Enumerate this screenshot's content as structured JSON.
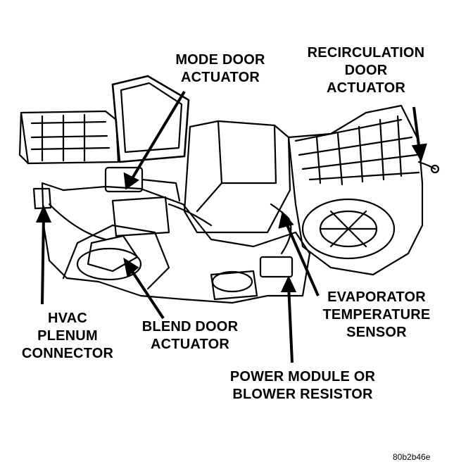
{
  "labels": {
    "mode_door": [
      "MODE DOOR",
      "ACTUATOR"
    ],
    "recirc_door": [
      "RECIRCULATION",
      "DOOR",
      "ACTUATOR"
    ],
    "hvac_plenum": [
      "HVAC",
      "PLENUM",
      "CONNECTOR"
    ],
    "blend_door": [
      "BLEND DOOR",
      "ACTUATOR"
    ],
    "evap_sensor": [
      "EVAPORATOR",
      "TEMPERATURE",
      "SENSOR"
    ],
    "power_module": [
      "POWER MODULE OR",
      "BLOWER RESISTOR"
    ]
  },
  "figure_id": "80b2b46e"
}
